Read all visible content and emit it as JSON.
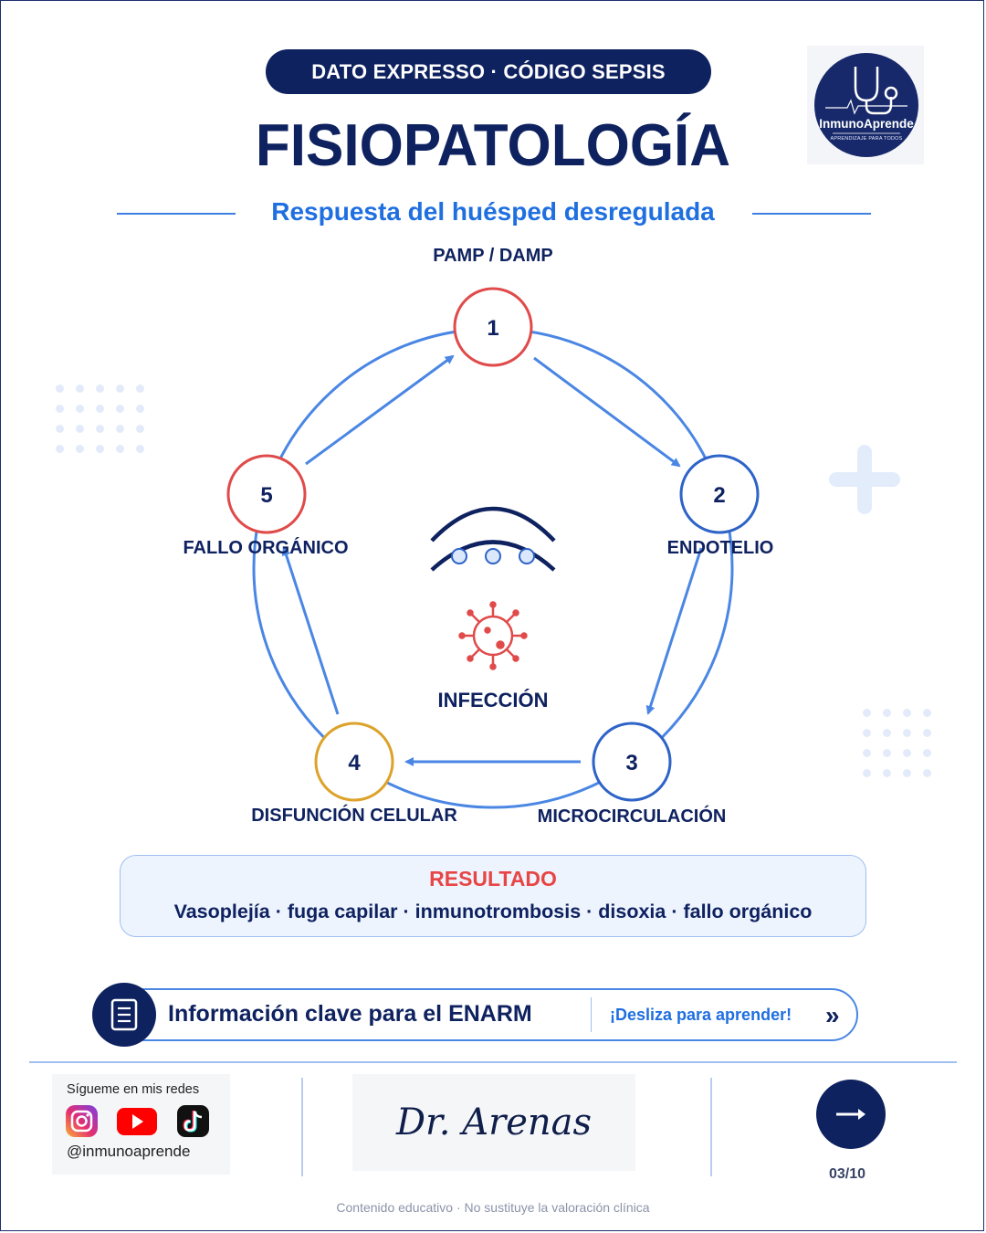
{
  "header": {
    "badge": "DATO EXPRESSO · CÓDIGO SEPSIS",
    "title": "FISIOPATOLOGÍA",
    "subtitle": "Respuesta del huésped desregulada"
  },
  "logo": {
    "name": "InmunoAprende",
    "tagline": "APRENDIZAJE PARA TODOS"
  },
  "cycle": {
    "top_label": "PAMP / DAMP",
    "center_label": "INFECCIÓN",
    "nodes": [
      {
        "number": "1",
        "label": "",
        "color": "#e04a4a"
      },
      {
        "number": "2",
        "label": "ENDOTELIO",
        "color": "#2e63c8"
      },
      {
        "number": "3",
        "label": "MICROCIRCULACIÓN",
        "color": "#2e63c8"
      },
      {
        "number": "4",
        "label": "DISFUNCIÓN CELULAR",
        "color": "#dca22a"
      },
      {
        "number": "5",
        "label": "FALLO ORGÁNICO",
        "color": "#e04a4a"
      }
    ],
    "arrow_color": "#4a86e4"
  },
  "result": {
    "title": "RESULTADO",
    "text": "Vasoplejía · fuga capilar · inmunotrombosis · disoxia · fallo orgánico"
  },
  "cta": {
    "text": "Información clave para el ENARM",
    "slide_text": "¡Desliza para aprender!",
    "slide_icon": "»"
  },
  "footer": {
    "social_title": "Sígueme en mis redes",
    "social_handle": "@inmunoaprende",
    "social_icons": [
      "instagram-icon",
      "youtube-icon",
      "tiktok-icon"
    ],
    "signature": "Dr. Arenas",
    "page": "03/10",
    "disclaimer": "Contenido educativo · No sustituye la valoración clínica"
  }
}
